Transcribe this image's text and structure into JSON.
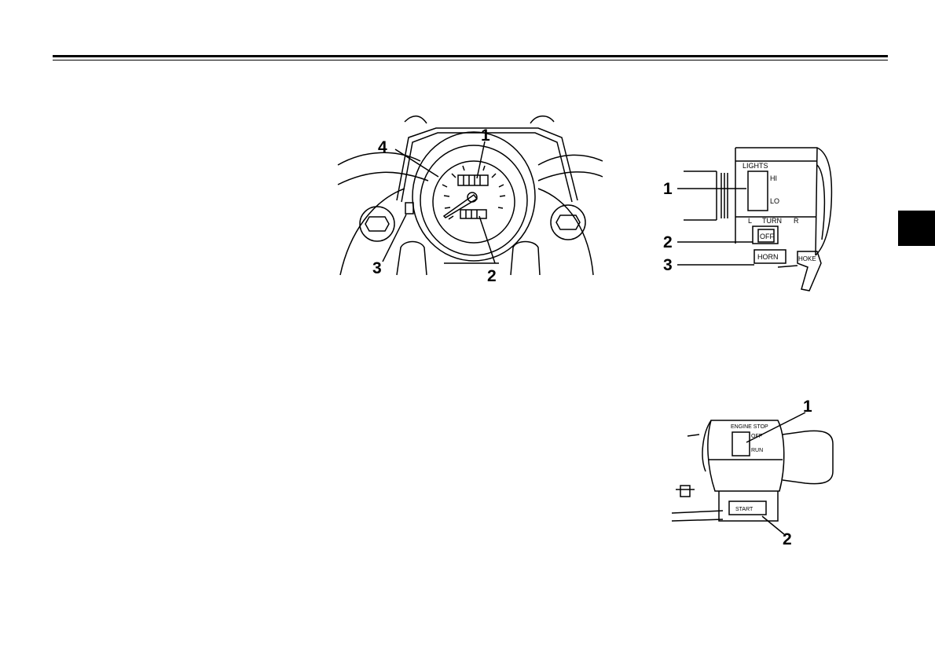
{
  "figure_speedometer": {
    "callouts": [
      "1",
      "2",
      "3",
      "4"
    ]
  },
  "figure_left_switch": {
    "callouts": [
      "1",
      "2",
      "3"
    ],
    "labels": {
      "lights": "LIGHTS",
      "hi": "HI",
      "lo": "LO",
      "turn_left": "L",
      "turn": "TURN",
      "turn_right": "R",
      "off": "OFF",
      "horn": "HORN",
      "choke": "HOKE"
    }
  },
  "figure_right_switch": {
    "callouts": [
      "1",
      "2"
    ],
    "labels": {
      "engine_stop": "ENGINE STOP",
      "off": "OFF",
      "run": "RUN",
      "start": "START"
    }
  }
}
